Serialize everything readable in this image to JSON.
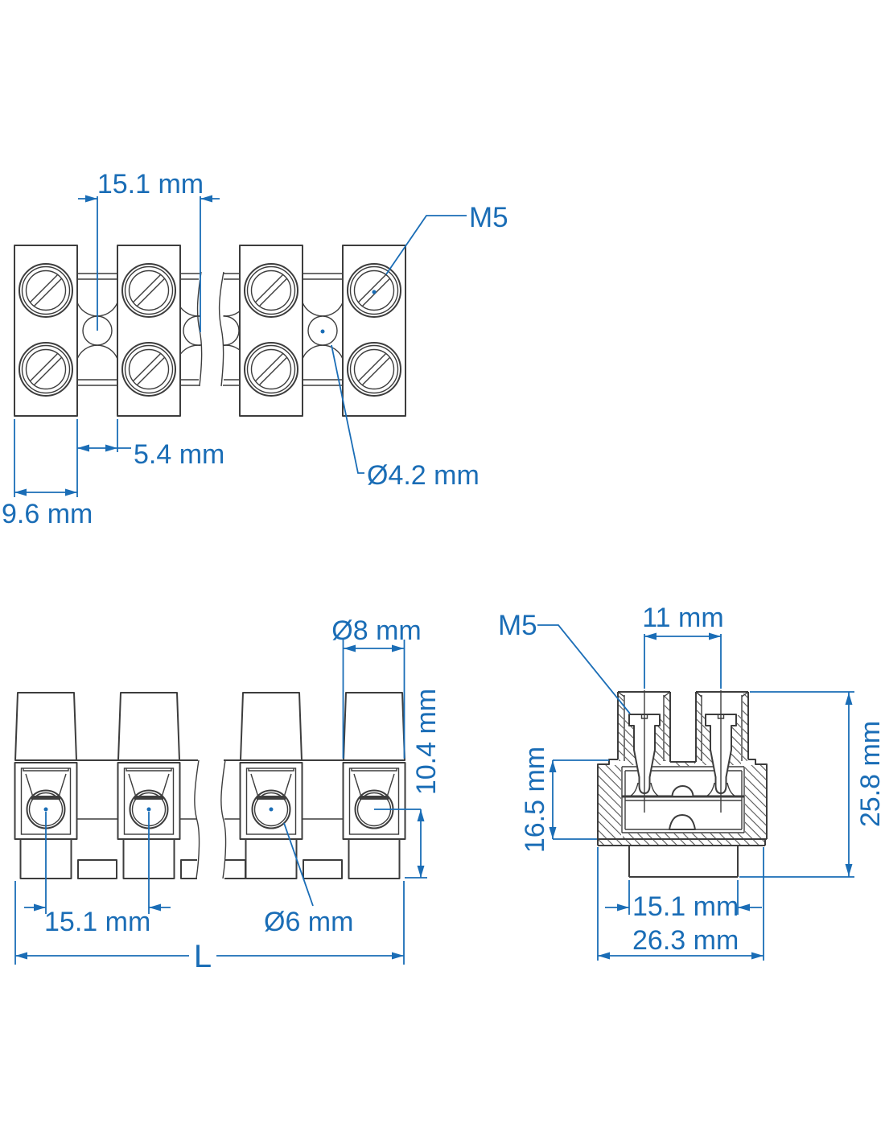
{
  "colors": {
    "dimension": "#1a6db6",
    "outline": "#3d3d3d",
    "background": "#ffffff"
  },
  "views": {
    "top": {
      "pitch": "15.1 mm",
      "thread": "M5",
      "gap": "5.4 mm",
      "block_width": "9.6 mm",
      "mount_hole_dia": "Ø4.2 mm"
    },
    "front": {
      "wire_entry_dia": "Ø8 mm",
      "screw_axis_height": "10.4 mm",
      "pitch": "15.1 mm",
      "wire_hole_dia": "Ø6 mm",
      "length": "L"
    },
    "section": {
      "thread": "M5",
      "screw_spacing": "11 mm",
      "body_height": "16.5 mm",
      "overall_height": "25.8 mm",
      "foot_width": "15.1 mm",
      "overall_width": "26.3 mm"
    }
  }
}
